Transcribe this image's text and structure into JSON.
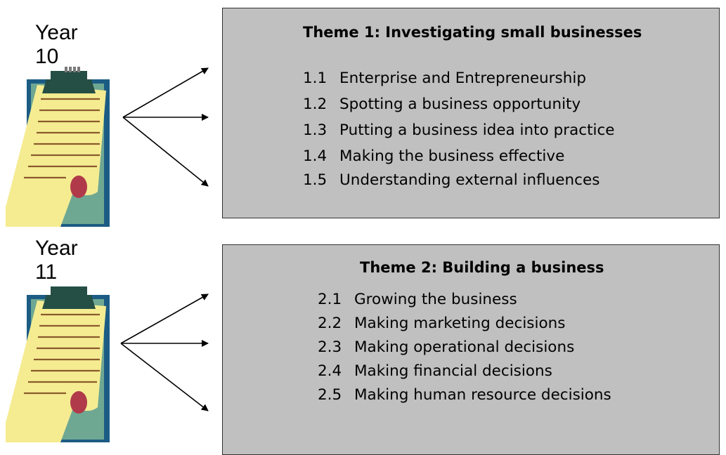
{
  "years": [
    {
      "label_line1": "Year",
      "label_line2": "10"
    },
    {
      "label_line1": "Year",
      "label_line2": "11"
    }
  ],
  "themes": [
    {
      "title": "Theme 1:  Investigating small businesses",
      "topics": [
        {
          "num": "1.1",
          "text": "Enterprise and Entrepreneurship"
        },
        {
          "num": "1.2",
          "text": "Spotting a business opportunity"
        },
        {
          "num": "1.3",
          "text": "Putting a business idea into practice"
        },
        {
          "num": "1.4",
          "text": "Making the business effective"
        },
        {
          "num": "1.5",
          "text": "Understanding external influences"
        }
      ]
    },
    {
      "title": "Theme 2:  Building a business",
      "topics": [
        {
          "num": "2.1",
          "text": "Growing the business"
        },
        {
          "num": "2.2",
          "text": "Making marketing decisions"
        },
        {
          "num": "2.3",
          "text": "Making operational decisions"
        },
        {
          "num": "2.4",
          "text": "Making financial decisions"
        },
        {
          "num": "2.5",
          "text": "Making human resource decisions"
        }
      ]
    }
  ],
  "colors": {
    "box_fill": "#c0c0c0",
    "clipboard_board": "#1c5c84",
    "clipboard_inner": "#6fa892",
    "paper": "#f5ec92",
    "paper_lines": "#8a5a2c",
    "seal": "#b03a4a",
    "clip": "#254e45"
  },
  "icons": [
    "clipboard-icon",
    "arrow-icon"
  ]
}
